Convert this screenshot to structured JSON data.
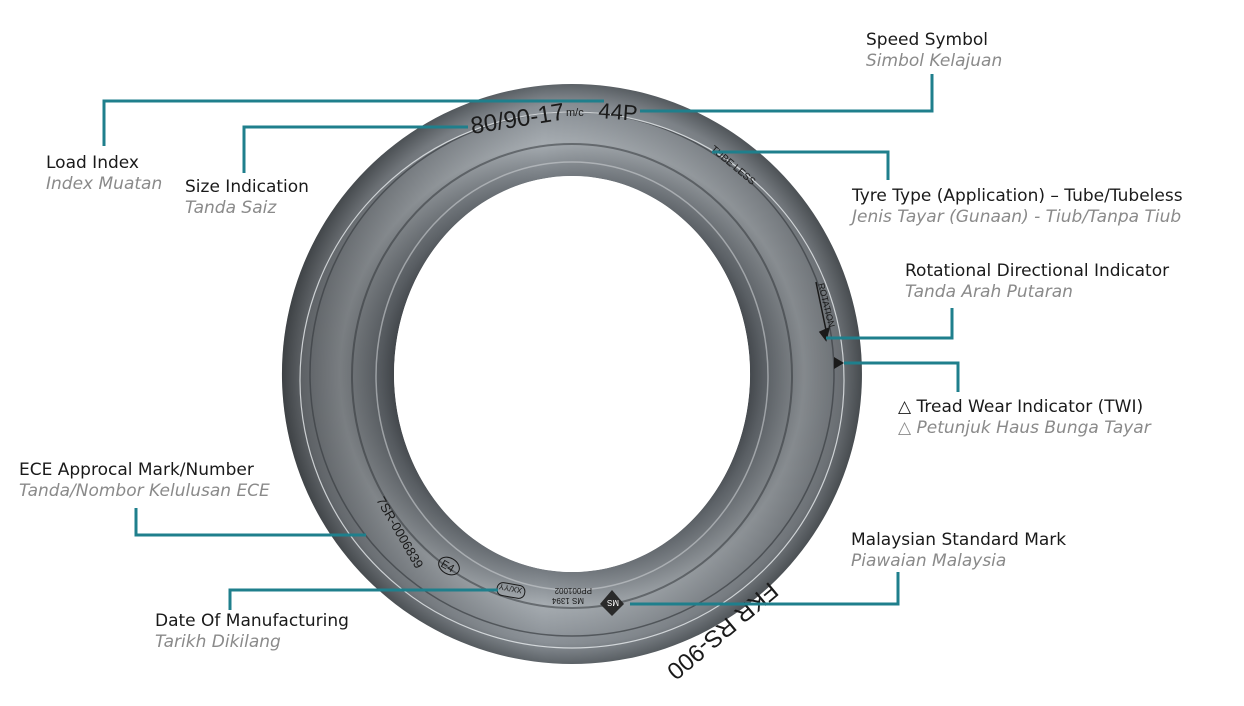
{
  "colors": {
    "leader": "#1f7f8c",
    "tyre_light": "#9aa0a6",
    "tyre_dark": "#3a3e43"
  },
  "tyre_markings": {
    "size": "80/90-17",
    "mc": "m/c",
    "load_speed": "44P",
    "tube_type": "TUBE LESS",
    "rotation": "ROTATION",
    "brand_model": "FKR RS-900",
    "ece_number": "7SR-0006839",
    "ece_mark": "E4",
    "date_code": "XX/YY",
    "ms_number": "MS 1394",
    "ms_code": "PP001002",
    "ms_logo": "MS"
  },
  "labels": {
    "speed_symbol": {
      "en": "Speed Symbol",
      "ms": "Simbol Kelajuan"
    },
    "load_index": {
      "en": "Load Index",
      "ms": "Index Muatan"
    },
    "size_indication": {
      "en": "Size Indication",
      "ms": "Tanda Saiz"
    },
    "tyre_type": {
      "en": "Tyre Type (Application) – Tube/Tubeless",
      "ms": "Jenis Tayar (Gunaan) - Tiub/Tanpa Tiub"
    },
    "rotational": {
      "en": "Rotational Directional Indicator",
      "ms": "Tanda Arah Putaran"
    },
    "twi": {
      "symbol": "△",
      "en": "Tread Wear Indicator (TWI)",
      "ms": "Petunjuk Haus Bunga Tayar"
    },
    "ece": {
      "en": "ECE Approcal Mark/Number",
      "ms": "Tanda/Nombor Kelulusan ECE"
    },
    "malaysian_standard": {
      "en": "Malaysian Standard Mark",
      "ms": "Piawaian Malaysia"
    },
    "date_manufacturing": {
      "en": "Date Of Manufacturing",
      "ms": "Tarikh Dikilang"
    }
  }
}
